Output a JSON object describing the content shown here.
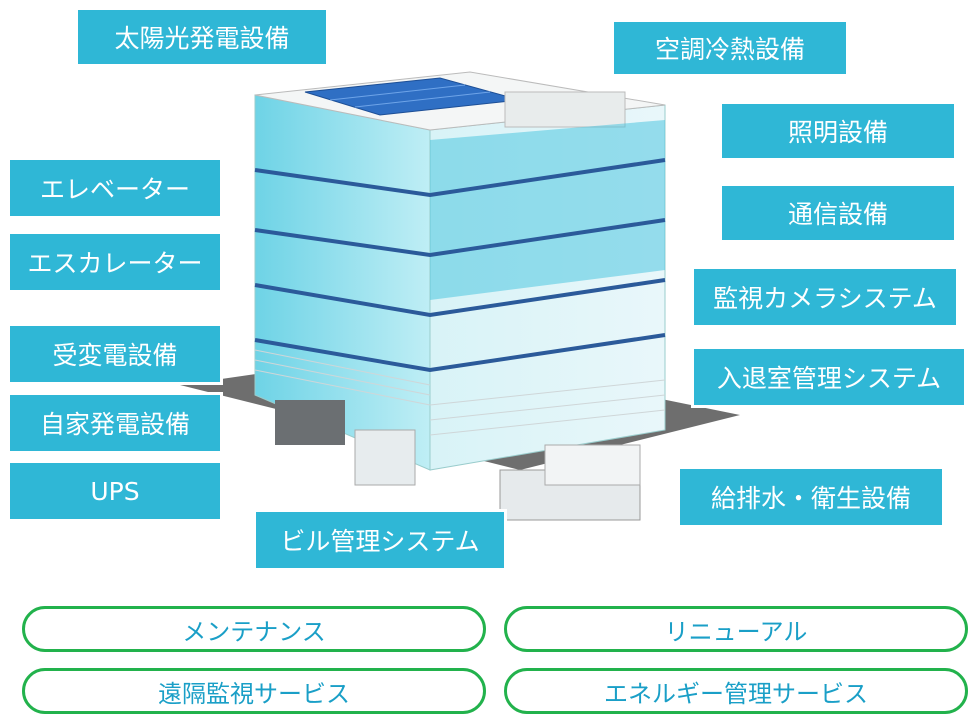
{
  "labels": {
    "solar": "太陽光発電設備",
    "hvac": "空調冷熱設備",
    "lighting": "照明設備",
    "communication": "通信設備",
    "camera": "監視カメラシステム",
    "access": "入退室管理システム",
    "water": "給排水・衛生設備",
    "bms": "ビル管理システム",
    "elevator": "エレベーター",
    "escalator": "エスカレーター",
    "substation": "受変電設備",
    "generator": "自家発電設備",
    "ups": "UPS"
  },
  "services": {
    "maintenance": "メンテナンス",
    "renewal": "リニューアル",
    "remote": "遠隔監視サービス",
    "energy": "エネルギー管理サービス"
  },
  "colors": {
    "label_bg": "#2fb7d6",
    "service_border": "#22b24c",
    "service_text": "#1a9fc7"
  }
}
